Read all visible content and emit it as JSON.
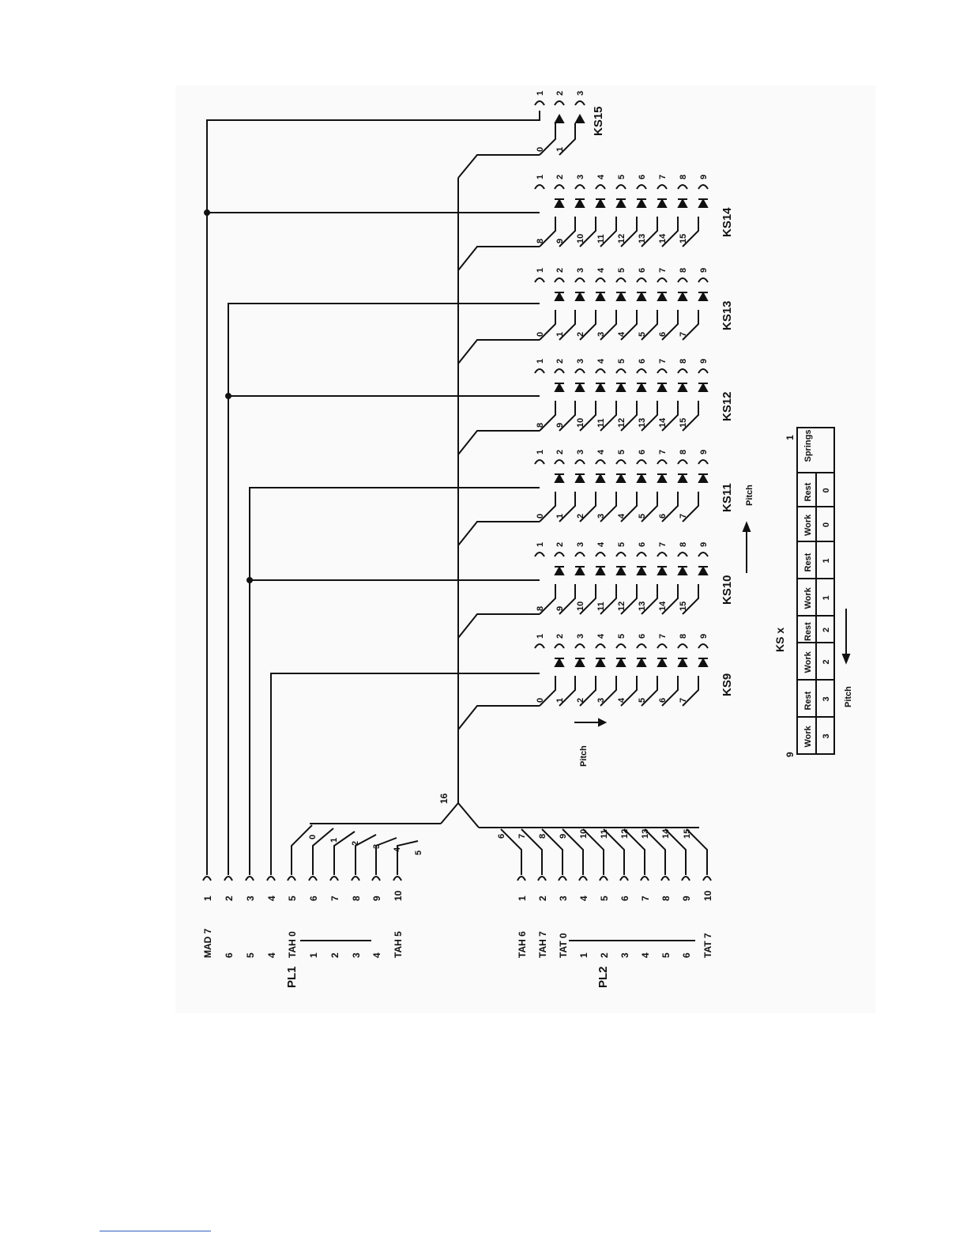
{
  "colors": {
    "ink": "#111111",
    "paper": "#ffffff",
    "scan_tint": "#fafafa",
    "footnote_rule": "#2f5fbf"
  },
  "plug_pl1": {
    "label": "PL1",
    "signals": [
      "MAD 7",
      "6",
      "5",
      "4",
      "TAH 0",
      "1",
      "2",
      "3",
      "4",
      "TAH 5"
    ],
    "pins": [
      "1",
      "2",
      "3",
      "4",
      "5",
      "6",
      "7",
      "8",
      "9",
      "10"
    ]
  },
  "plug_pl2": {
    "label": "PL2",
    "signals": [
      "TAH 6",
      "TAH 7",
      "TAT 0",
      "1",
      "2",
      "3",
      "4",
      "5",
      "6",
      "TAT 7"
    ],
    "pins": [
      "1",
      "2",
      "3",
      "4",
      "5",
      "6",
      "7",
      "8",
      "9",
      "10"
    ]
  },
  "bus": {
    "label": "16",
    "entries_pl1": [
      "0",
      "1",
      "2",
      "3",
      "4",
      "5"
    ],
    "entries_pl2": [
      "6",
      "7",
      "8",
      "9",
      "10",
      "11",
      "12",
      "13",
      "14",
      "15"
    ]
  },
  "key_switches": [
    {
      "name": "KS9",
      "line_labels": [
        "0",
        "1",
        "2",
        "3",
        "4",
        "5",
        "6",
        "7"
      ]
    },
    {
      "name": "KS10",
      "line_labels": [
        "8",
        "9",
        "10",
        "11",
        "12",
        "13",
        "14",
        "15"
      ]
    },
    {
      "name": "KS11",
      "line_labels": [
        "0",
        "1",
        "2",
        "3",
        "4",
        "5",
        "6",
        "7"
      ]
    },
    {
      "name": "KS12",
      "line_labels": [
        "8",
        "9",
        "10",
        "11",
        "12",
        "13",
        "14",
        "15"
      ]
    },
    {
      "name": "KS13",
      "line_labels": [
        "0",
        "1",
        "2",
        "3",
        "4",
        "5",
        "6",
        "7"
      ]
    },
    {
      "name": "KS14",
      "line_labels": [
        "8",
        "9",
        "10",
        "11",
        "12",
        "13",
        "14",
        "15"
      ]
    },
    {
      "name": "KS15",
      "line_labels": [
        "0",
        "1"
      ]
    }
  ],
  "contact_numbers": [
    "1",
    "2",
    "3",
    "4",
    "5",
    "6",
    "7",
    "8",
    "9"
  ],
  "ks15_contact_numbers": [
    "1",
    "2",
    "3"
  ],
  "pitch_label_main": "Pitch",
  "pitch_label_right": "Pitch",
  "pitch_label_left": "Pitch",
  "legend": {
    "title": "KS x",
    "left_number": "9",
    "right_number": "1",
    "headers": [
      "Work",
      "Rest",
      "Work",
      "Rest",
      "Work",
      "Rest",
      "Work",
      "Rest",
      "Springs"
    ],
    "values": [
      "3",
      "3",
      "2",
      "2",
      "1",
      "1",
      "0",
      "0",
      ""
    ]
  }
}
